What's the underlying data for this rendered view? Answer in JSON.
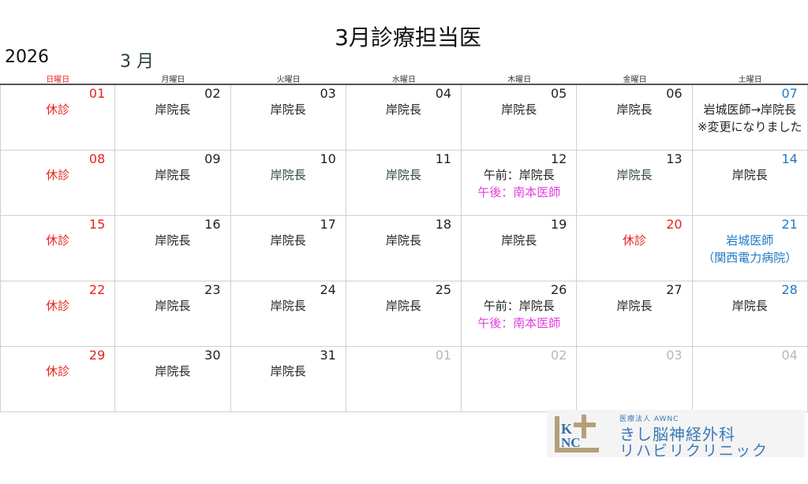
{
  "header": {
    "title": "3月診療担当医",
    "year": "2026",
    "month": "3 月"
  },
  "colors": {
    "sunday": "#e8221b",
    "saturday": "#1f7ac4",
    "afternoon": "#e040e0",
    "other_month": "#b8b8b8",
    "text": "#222222",
    "slate": "#2e4545"
  },
  "weekdays": [
    "日曜日",
    "月曜日",
    "火曜日",
    "水曜日",
    "木曜日",
    "金曜日",
    "土曜日"
  ],
  "weeks": [
    [
      {
        "date": "01",
        "dc": "sunday",
        "lines": [
          {
            "t": "休診",
            "c": "sunday"
          }
        ]
      },
      {
        "date": "02",
        "dc": "text",
        "lines": [
          {
            "t": "岸院長",
            "c": "text"
          }
        ]
      },
      {
        "date": "03",
        "dc": "text",
        "lines": [
          {
            "t": "岸院長",
            "c": "text"
          }
        ]
      },
      {
        "date": "04",
        "dc": "text",
        "lines": [
          {
            "t": "岸院長",
            "c": "text"
          }
        ]
      },
      {
        "date": "05",
        "dc": "text",
        "lines": [
          {
            "t": "岸院長",
            "c": "text"
          }
        ]
      },
      {
        "date": "06",
        "dc": "text",
        "lines": [
          {
            "t": "岸院長",
            "c": "text"
          }
        ]
      },
      {
        "date": "07",
        "dc": "saturday",
        "lines": [
          {
            "t": "岩城医師→岸院長",
            "c": "text"
          },
          {
            "t": "※変更になりました",
            "c": "text"
          }
        ]
      }
    ],
    [
      {
        "date": "08",
        "dc": "sunday",
        "lines": [
          {
            "t": "休診",
            "c": "sunday"
          }
        ]
      },
      {
        "date": "09",
        "dc": "text",
        "lines": [
          {
            "t": "岸院長",
            "c": "text"
          }
        ]
      },
      {
        "date": "10",
        "dc": "text",
        "lines": [
          {
            "t": "岸院長",
            "c": "slate"
          }
        ]
      },
      {
        "date": "11",
        "dc": "text",
        "lines": [
          {
            "t": "岸院長",
            "c": "slate"
          }
        ]
      },
      {
        "date": "12",
        "dc": "text",
        "lines": [
          {
            "t": "午前：岸院長",
            "c": "text"
          },
          {
            "t": "午後：南本医師",
            "c": "afternoon"
          }
        ]
      },
      {
        "date": "13",
        "dc": "text",
        "lines": [
          {
            "t": "岸院長",
            "c": "slate"
          }
        ]
      },
      {
        "date": "14",
        "dc": "saturday",
        "lines": [
          {
            "t": "岸院長",
            "c": "text"
          }
        ]
      }
    ],
    [
      {
        "date": "15",
        "dc": "sunday",
        "lines": [
          {
            "t": "休診",
            "c": "sunday"
          }
        ]
      },
      {
        "date": "16",
        "dc": "text",
        "lines": [
          {
            "t": "岸院長",
            "c": "text"
          }
        ]
      },
      {
        "date": "17",
        "dc": "text",
        "lines": [
          {
            "t": "岸院長",
            "c": "text"
          }
        ]
      },
      {
        "date": "18",
        "dc": "text",
        "lines": [
          {
            "t": "岸院長",
            "c": "text"
          }
        ]
      },
      {
        "date": "19",
        "dc": "text",
        "lines": [
          {
            "t": "岸院長",
            "c": "text"
          }
        ]
      },
      {
        "date": "20",
        "dc": "sunday",
        "lines": [
          {
            "t": "休診",
            "c": "sunday"
          }
        ]
      },
      {
        "date": "21",
        "dc": "saturday",
        "lines": [
          {
            "t": "岩城医師",
            "c": "saturday"
          },
          {
            "t": "（関西電力病院）",
            "c": "saturday"
          }
        ]
      }
    ],
    [
      {
        "date": "22",
        "dc": "sunday",
        "lines": [
          {
            "t": "休診",
            "c": "sunday"
          }
        ]
      },
      {
        "date": "23",
        "dc": "text",
        "lines": [
          {
            "t": "岸院長",
            "c": "text"
          }
        ]
      },
      {
        "date": "24",
        "dc": "text",
        "lines": [
          {
            "t": "岸院長",
            "c": "text"
          }
        ]
      },
      {
        "date": "25",
        "dc": "text",
        "lines": [
          {
            "t": "岸院長",
            "c": "text"
          }
        ]
      },
      {
        "date": "26",
        "dc": "text",
        "lines": [
          {
            "t": "午前：岸院長",
            "c": "text"
          },
          {
            "t": "午後：南本医師",
            "c": "afternoon"
          }
        ]
      },
      {
        "date": "27",
        "dc": "text",
        "lines": [
          {
            "t": "岸院長",
            "c": "text"
          }
        ]
      },
      {
        "date": "28",
        "dc": "saturday",
        "lines": [
          {
            "t": "岸院長",
            "c": "text"
          }
        ]
      }
    ],
    [
      {
        "date": "29",
        "dc": "sunday",
        "lines": [
          {
            "t": "休診",
            "c": "sunday"
          }
        ]
      },
      {
        "date": "30",
        "dc": "text",
        "lines": [
          {
            "t": "岸院長",
            "c": "text"
          }
        ]
      },
      {
        "date": "31",
        "dc": "text",
        "lines": [
          {
            "t": "岸院長",
            "c": "text"
          }
        ]
      },
      {
        "date": "01",
        "dc": "other_month",
        "lines": []
      },
      {
        "date": "02",
        "dc": "other_month",
        "lines": []
      },
      {
        "date": "03",
        "dc": "other_month",
        "lines": []
      },
      {
        "date": "04",
        "dc": "other_month",
        "lines": []
      }
    ]
  ],
  "logo": {
    "mark": "KNC",
    "corp": "医療法人 AWNC",
    "name": "きし脳神経外科",
    "sub": "リハビリクリニック"
  }
}
